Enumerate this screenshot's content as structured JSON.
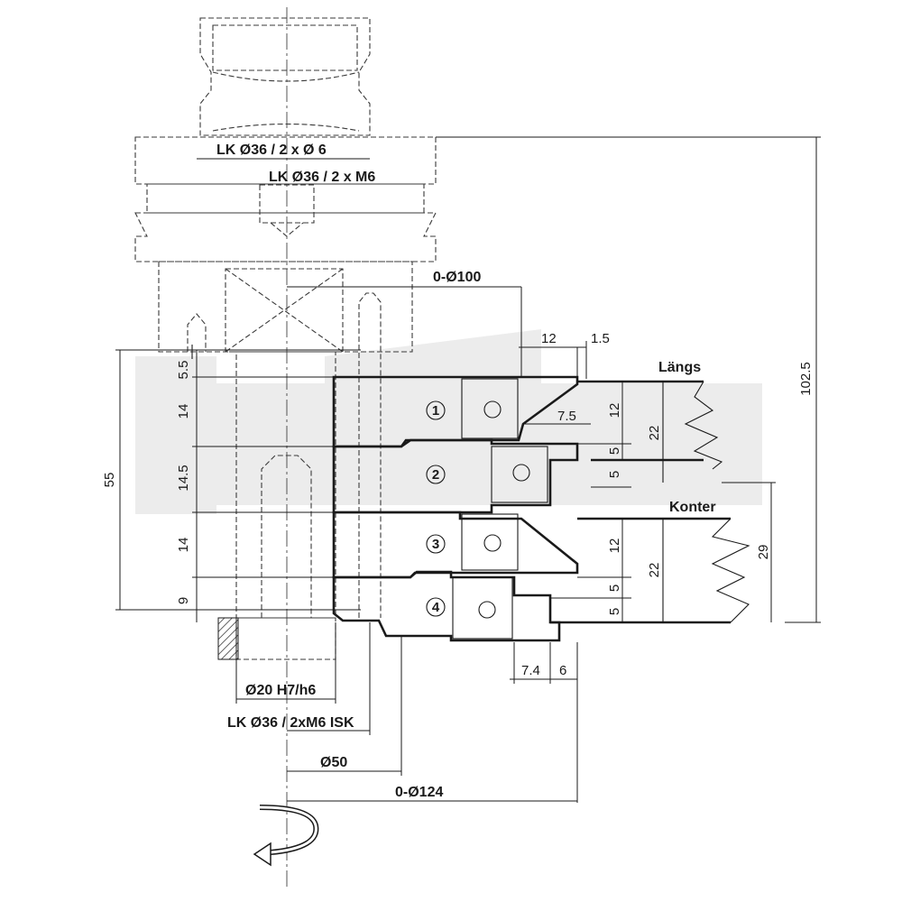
{
  "dimensions": {
    "lk_6": "LK Ø36 / 2 x Ø 6",
    "lk_m6": "LK Ø36 / 2 x M6",
    "d100": "0-Ø100",
    "d124": "0-Ø124",
    "d50": "Ø50",
    "bore": "Ø20 H7/h6",
    "lk_isk": "LK Ø36 / 2xM6 ISK",
    "total_height": "102.5",
    "stack_height": "55",
    "stack": [
      "5.5",
      "14",
      "14.5",
      "14",
      "9"
    ],
    "top_12": "12",
    "top_1_5": "1.5",
    "langs_label": "Längs",
    "konter_label": "Konter",
    "langs_12": "12",
    "langs_22": "22",
    "langs_5a": "5",
    "langs_5b": "5",
    "langs_7_5": "7.5",
    "konter_12": "12",
    "konter_22": "22",
    "konter_5a": "5",
    "konter_5b": "5",
    "konter_29": "29",
    "bottom_7_4": "7.4",
    "bottom_6": "6"
  },
  "cutters": [
    "1",
    "2",
    "3",
    "4"
  ],
  "colors": {
    "line": "#1a1a1a",
    "watermark": "#ececec"
  }
}
